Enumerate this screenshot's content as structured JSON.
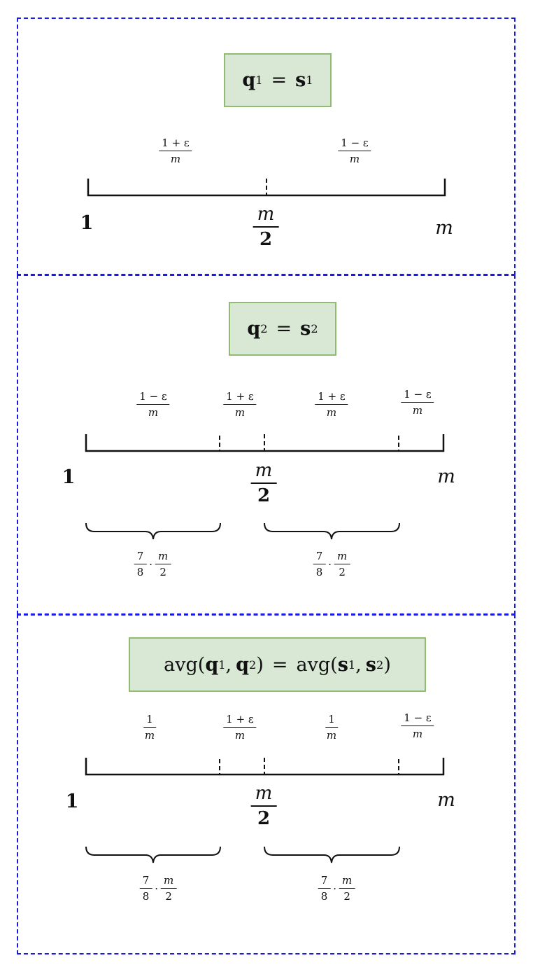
{
  "colors": {
    "section_border": "#1a1ae6",
    "box_fill": "#d9e7d5",
    "box_border": "#8fbb73",
    "axis": "#111111"
  },
  "sections": [
    {
      "equation": {
        "lhs_fn": "",
        "lhs": "q",
        "lhs_sub": "1",
        "eq": "=",
        "rhs": "s",
        "rhs_sub": "1"
      },
      "densities": [
        {
          "num": "1 + ε",
          "den": "m"
        },
        {
          "num": "1 − ε",
          "den": "m"
        }
      ],
      "axis": {
        "start": "1",
        "mid_num": "m",
        "mid_den": "2",
        "end": "m"
      }
    },
    {
      "equation": {
        "lhs": "q",
        "lhs_sub": "2",
        "eq": "=",
        "rhs": "s",
        "rhs_sub": "2"
      },
      "densities": [
        {
          "num": "1 − ε",
          "den": "m"
        },
        {
          "num": "1 + ε",
          "den": "m"
        },
        {
          "num": "1 + ε",
          "den": "m"
        },
        {
          "num": "1 − ε",
          "den": "m"
        }
      ],
      "axis": {
        "start": "1",
        "mid_num": "m",
        "mid_den": "2",
        "end": "m"
      },
      "braces": [
        {
          "a_num": "7",
          "a_den": "8",
          "op": "·",
          "b_num": "m",
          "b_den": "2"
        },
        {
          "a_num": "7",
          "a_den": "8",
          "op": "·",
          "b_num": "m",
          "b_den": "2"
        }
      ]
    },
    {
      "equation": {
        "fn": "avg",
        "open": "(",
        "q1": "q",
        "q1_sub": "1",
        "comma": ",",
        "q2": "q",
        "q2_sub": "2",
        "close": ")",
        "eq": "=",
        "s1": "s",
        "s1_sub": "1",
        "s2": "s",
        "s2_sub": "2"
      },
      "densities": [
        {
          "num": "1",
          "den": "m"
        },
        {
          "num": "1 + ε",
          "den": "m"
        },
        {
          "num": "1",
          "den": "m"
        },
        {
          "num": "1 − ε",
          "den": "m"
        }
      ],
      "axis": {
        "start": "1",
        "mid_num": "m",
        "mid_den": "2",
        "end": "m"
      },
      "braces": [
        {
          "a_num": "7",
          "a_den": "8",
          "op": "·",
          "b_num": "m",
          "b_den": "2"
        },
        {
          "a_num": "7",
          "a_den": "8",
          "op": "·",
          "b_num": "m",
          "b_den": "2"
        }
      ]
    }
  ]
}
